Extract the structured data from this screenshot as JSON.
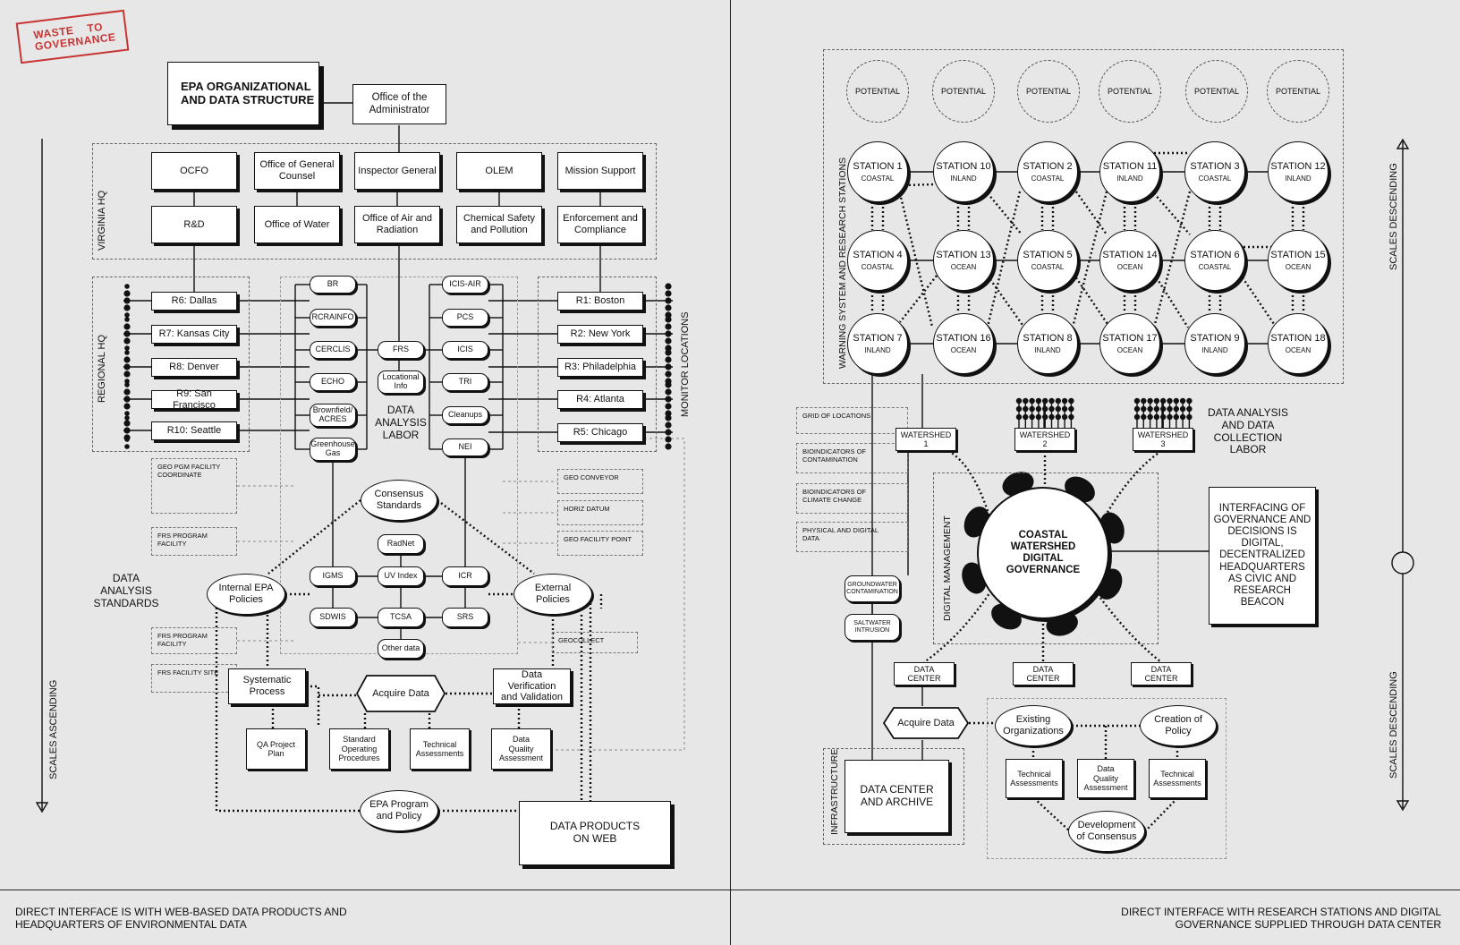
{
  "stamp": "WASTE    TO\nGOVERNANCE",
  "left": {
    "title": "EPA ORGANIZATIONAL\nAND DATA STRUCTURE",
    "administrator": "Office of the\nAdministrator",
    "hq_row1": [
      "OCFO",
      "Office of General\nCounsel",
      "Inspector General",
      "OLEM",
      "Mission Support"
    ],
    "hq_row2": [
      "R&D",
      "Office of Water",
      "Office of Air and\nRadiation",
      "Chemical Safety\nand Pollution",
      "Enforcement and\nCompliance"
    ],
    "virginia_hq": "VIRGINIA HQ",
    "regional_hq": "REGIONAL HQ",
    "monitor_locations": "MONITOR LOCATIONS",
    "regions_left": [
      "R6: Dallas",
      "R7: Kansas City",
      "R8: Denver",
      "R9: San Francisco",
      "R10: Seattle"
    ],
    "regions_right": [
      "R1: Boston",
      "R2: New York",
      "R3: Philadelphia",
      "R4: Atlanta",
      "R5: Chicago"
    ],
    "systems_left": [
      "BR",
      "RCRAINFO",
      "CERCLIS",
      "ECHO",
      "Brownfield/\nACRES",
      "Greenhouse\nGas"
    ],
    "systems_right": [
      "ICIS-AIR",
      "PCS",
      "ICIS",
      "TRI",
      "Cleanups",
      "NEI"
    ],
    "frs": "FRS",
    "locational_info": "Locational\nInfo",
    "data_analysis_labor": "DATA\nANALYSIS\nLABOR",
    "consensus_standards": "Consensus\nStandards",
    "radnet": "RadNet",
    "data_row1": [
      "IGMS",
      "UV Index",
      "ICR"
    ],
    "data_row2": [
      "SDWIS",
      "TCSA",
      "SRS"
    ],
    "other_data": "Other data",
    "internal_policies": "Internal EPA\nPolicies",
    "external_policies": "External\nPolicies",
    "data_analysis_standards": "DATA\nANALYSIS\nSTANDARDS",
    "geo_left": [
      "GEO PGM FACILITY\nCOORDINATE",
      "FRS PROGRAM\nFACILITY",
      "FRS PROGRAM FACILITY",
      "FRS FACILITY SITE"
    ],
    "geo_right": [
      "GEO CONVEYOR",
      "HORIZ DATUM",
      "GEO FACILITY POINT",
      "GEOCOLLECT"
    ],
    "systematic_process": "Systematic\nProcess",
    "acquire_data": "Acquire Data",
    "data_verification": "Data Verification\nand Validation",
    "qa_project_plan": "QA Project\nPlan",
    "sop": "Standard\nOperating\nProcedures",
    "technical_assessments": "Technical\nAssessments",
    "data_quality_assessment": "Data\nQuality\nAssessment",
    "epa_program_policy": "EPA Program\nand Policy",
    "data_products": "DATA PRODUCTS\nON WEB",
    "scales_ascending": "SCALES ASCENDING"
  },
  "right": {
    "potential": [
      "POTENTIAL",
      "POTENTIAL",
      "POTENTIAL",
      "POTENTIAL",
      "POTENTIAL",
      "POTENTIAL"
    ],
    "stations": [
      {
        "name": "STATION 1",
        "type": "COASTAL"
      },
      {
        "name": "STATION 4",
        "type": "COASTAL"
      },
      {
        "name": "STATION 7",
        "type": "INLAND"
      },
      {
        "name": "STATION 10",
        "type": "INLAND"
      },
      {
        "name": "STATION 13",
        "type": "OCEAN"
      },
      {
        "name": "STATION 16",
        "type": "OCEAN"
      },
      {
        "name": "STATION 2",
        "type": "COASTAL"
      },
      {
        "name": "STATION 5",
        "type": "COASTAL"
      },
      {
        "name": "STATION 8",
        "type": "INLAND"
      },
      {
        "name": "STATION 11",
        "type": "INLAND"
      },
      {
        "name": "STATION 14",
        "type": "OCEAN"
      },
      {
        "name": "STATION 17",
        "type": "OCEAN"
      },
      {
        "name": "STATION 3",
        "type": "COASTAL"
      },
      {
        "name": "STATION 6",
        "type": "COASTAL"
      },
      {
        "name": "STATION 9",
        "type": "INLAND"
      },
      {
        "name": "STATION 12",
        "type": "INLAND"
      },
      {
        "name": "STATION 15",
        "type": "OCEAN"
      },
      {
        "name": "STATION 18",
        "type": "OCEAN"
      }
    ],
    "warning_system": "WARNING SYSTEM AND RESEARCH STATIONS",
    "grid_boxes": [
      "GRID OF LOCATIONS",
      "BIOINDICATORS OF\nCONTAMINATION",
      "BIOINDICATORS OF\nCLIMATE CHANGE",
      "PHYSICAL AND DIGITAL\nDATA"
    ],
    "watersheds": [
      "WATERSHED 1",
      "WATERSHED 2",
      "WATERSHED 3"
    ],
    "data_collection_labor": "DATA ANALYSIS\nAND DATA\nCOLLECTION\nLABOR",
    "groundwater": "GROUNDWATER\nCONTAMINATION",
    "saltwater": "SALTWATER\nINTRUSION",
    "digital_management": "DIGITAL MANAGEMENT",
    "governance_circle": "COASTAL\nWATERSHED\nDIGITAL\nGOVERNANCE",
    "interfacing": "INTERFACING OF\nGOVERNANCE AND\nDECISIONS IS\nDIGITAL,\nDECENTRALIZED\nHEADQUARTERS\nAS CIVIC AND\nRESEARCH\nBEACON",
    "data_centers": [
      "DATA CENTER",
      "DATA CENTER",
      "DATA CENTER"
    ],
    "acquire_data": "Acquire Data",
    "existing_orgs": "Existing\nOrganizations",
    "creation_policy": "Creation of\nPolicy",
    "assessments": [
      "Technical\nAssessments",
      "Data\nQuality\nAssessment",
      "Technical\nAssessments"
    ],
    "infrastructure": "INFRASTRUCTURE",
    "archive": "DATA CENTER\nAND ARCHIVE",
    "development": "Development\nof Consensus",
    "scales_descending_top": "SCALES DESCENDING",
    "scales_descending_bottom": "SCALES DESCENDING"
  },
  "footer": {
    "left": "DIRECT INTERFACE IS WITH WEB-BASED DATA PRODUCTS AND\nHEADQUARTERS OF ENVIRONMENTAL DATA",
    "right": "DIRECT INTERFACE WITH RESEARCH STATIONS AND DIGITAL\nGOVERNANCE SUPPLIED THROUGH DATA CENTER"
  },
  "colors": {
    "ink": "#111111",
    "paper": "#e6e7e6",
    "stamp": "#c73535",
    "dashed": "#666666"
  }
}
